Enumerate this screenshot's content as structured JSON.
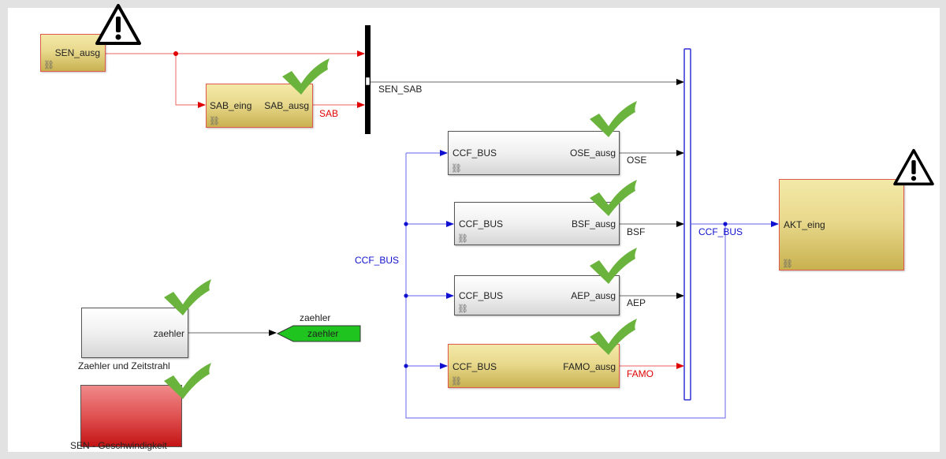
{
  "blocks": {
    "sen_ausg": {
      "label": "SEN_ausg",
      "status": "warning"
    },
    "sab": {
      "in_port": "SAB_eing",
      "out_port": "SAB_ausg",
      "status": "ok"
    },
    "ose": {
      "in_port": "CCF_BUS",
      "out_port": "OSE_ausg",
      "status": "ok"
    },
    "bsf": {
      "in_port": "CCF_BUS",
      "out_port": "BSF_ausg",
      "status": "ok"
    },
    "aep": {
      "in_port": "CCF_BUS",
      "out_port": "AEP_ausg",
      "status": "ok"
    },
    "famo": {
      "in_port": "CCF_BUS",
      "out_port": "FAMO_ausg",
      "status": "ok"
    },
    "akt": {
      "in_port": "AKT_eing",
      "status": "warning"
    },
    "zaehler": {
      "out_port": "zaehler",
      "caption": "Zaehler und Zeitstrahl",
      "status": "ok"
    },
    "goto_tag": {
      "label": "zaehler",
      "tag": "zaehler"
    },
    "sen_geschw": {
      "caption": "SEN - Geschwindigkeit",
      "status": "ok"
    }
  },
  "signals": {
    "sab": "SAB",
    "sen_sab": "SEN_SAB",
    "ose": "OSE",
    "bsf": "BSF",
    "aep": "AEP",
    "famo": "FAMO",
    "ccf_bus_left": "CCF_BUS",
    "ccf_bus_right": "CCF_BUS"
  },
  "colors": {
    "red_signal": "#e00000",
    "blue_bus": "#1010d0",
    "black_signal": "#000000",
    "check_green": "#6ab33c",
    "goto_green": "#1fc41f"
  },
  "icons": {
    "link": "⛓"
  }
}
